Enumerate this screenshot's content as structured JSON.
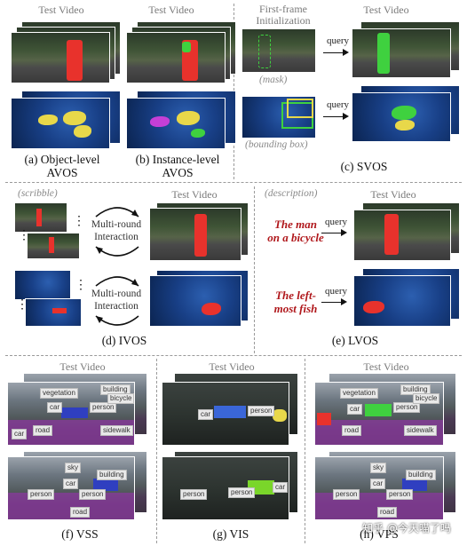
{
  "labels": {
    "test_video": "Test Video",
    "first_frame": "First-frame\nInitialization",
    "query": "query",
    "mask": "(mask)",
    "bounding_box": "(bounding box)",
    "scribble": "(scribble)",
    "description": "(description)",
    "multi_round": "Multi-round\nInteraction",
    "desc_bicycle": "The man\non a bicycle",
    "desc_fish": "The left-\nmost fish"
  },
  "captions": {
    "a": "(a) Object-level\nAVOS",
    "b": "(b) Instance-level\nAVOS",
    "c": "(c) SVOS",
    "d": "(d) IVOS",
    "e": "(e) LVOS",
    "f": "(f) VSS",
    "g": "(g) VIS",
    "h": "(h) VPS"
  },
  "seg_tags": {
    "vegetation": "vegetation",
    "building": "building",
    "car": "car",
    "person": "person",
    "bicycle": "bicycle",
    "road": "road",
    "sidewalk": "sidewalk",
    "sky": "sky"
  },
  "watermark": "知乎 @今天喵了吗",
  "colors": {
    "mask_red": "#e8322c",
    "mask_green": "#3fd13f",
    "mask_yellow": "#e8d84a",
    "mask_magenta": "#c43fd6",
    "road_purple": "#8a3a9e",
    "desc_red": "#b0181c",
    "dash_grey": "#9a9a9a"
  },
  "icons": [
    "arrow-right-icon",
    "curved-arrow-icon",
    "ellipsis-dots-icon"
  ]
}
